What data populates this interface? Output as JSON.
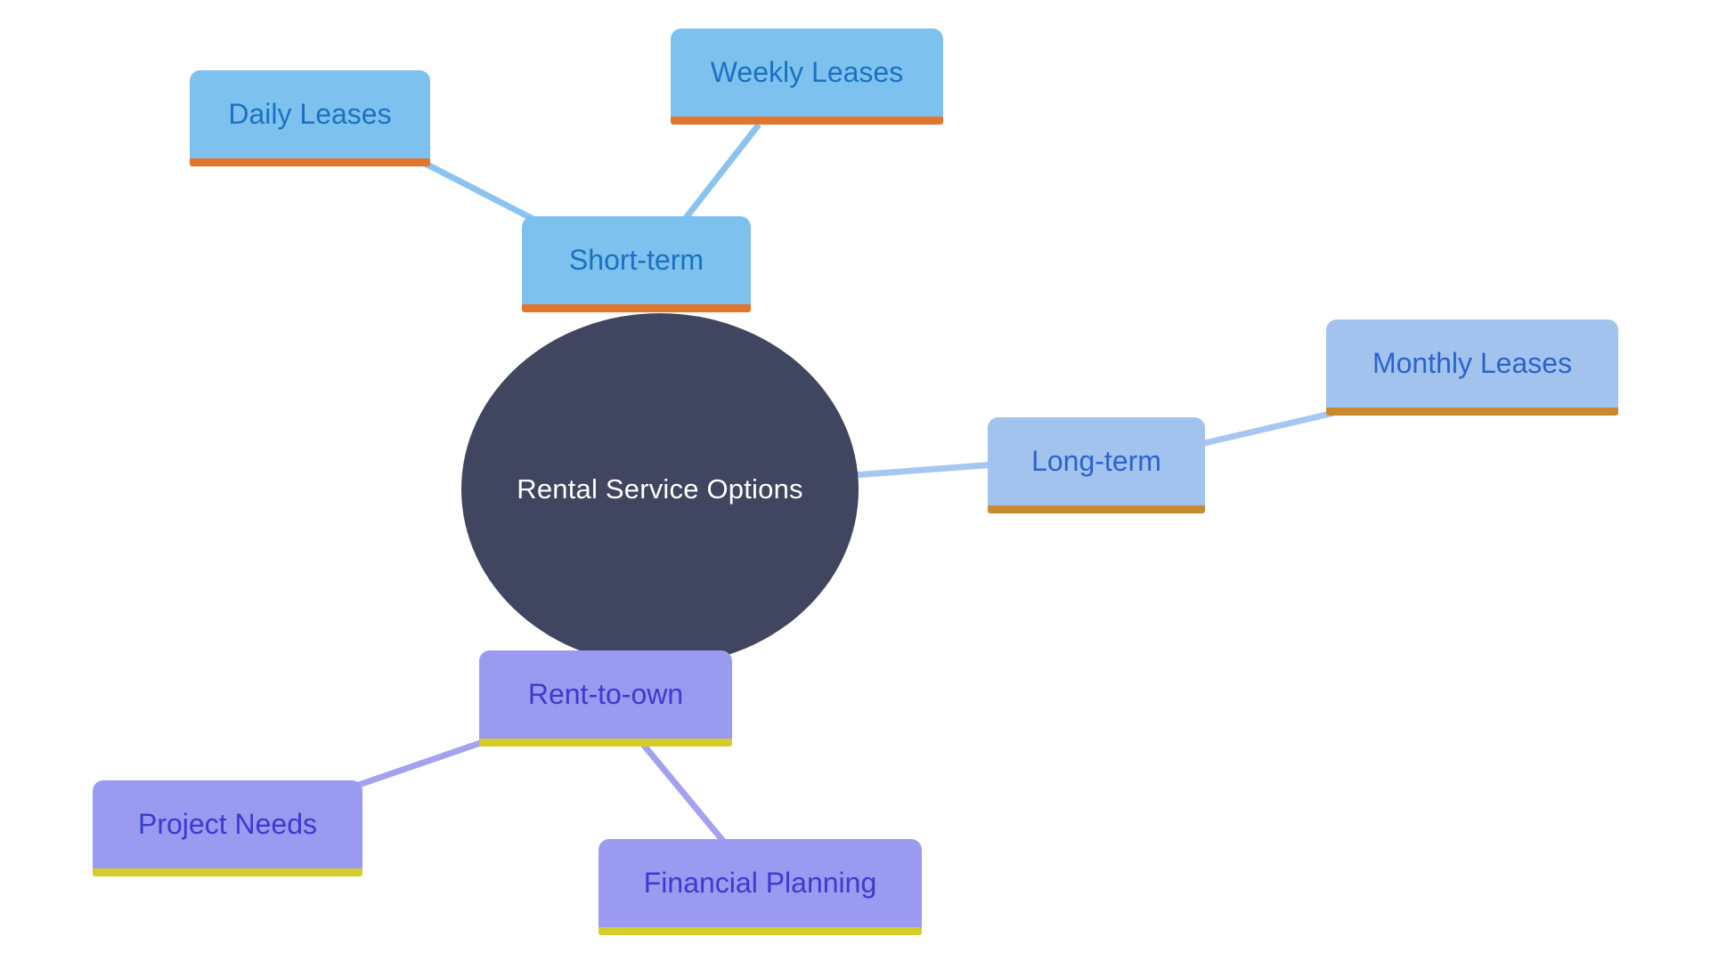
{
  "diagram": {
    "type": "mindmap",
    "center": {
      "label": "Rental Service Options"
    },
    "branches": [
      {
        "label": "Short-term",
        "children": [
          "Daily Leases",
          "Weekly Leases"
        ]
      },
      {
        "label": "Long-term",
        "children": [
          "Monthly Leases"
        ]
      },
      {
        "label": "Rent-to-own",
        "children": [
          "Project Needs",
          "Financial Planning"
        ]
      }
    ],
    "edges": [
      {
        "from": "Rental Service Options",
        "to": "Long-term"
      },
      {
        "from": "Short-term",
        "to": "Daily Leases"
      },
      {
        "from": "Short-term",
        "to": "Weekly Leases"
      },
      {
        "from": "Long-term",
        "to": "Monthly Leases"
      },
      {
        "from": "Rent-to-own",
        "to": "Project Needs"
      },
      {
        "from": "Rent-to-own",
        "to": "Financial Planning"
      }
    ]
  },
  "colors": {
    "background": "#ffffff",
    "center_fill": "#404560",
    "center_text": "#ffffff",
    "short_term_fill": "#7dc1ef",
    "short_term_text": "#1c71c2",
    "short_term_underline": "#e2762c",
    "short_term_line": "#8ac3ef",
    "long_term_fill": "#a1c3ee",
    "long_term_text": "#2b64cb",
    "long_term_underline": "#c9892e",
    "long_term_line": "#a6c7f1",
    "rent_to_own_fill": "#9a9af0",
    "rent_to_own_text": "#3b3bcf",
    "rent_to_own_underline": "#d4cd2b",
    "rent_to_own_line": "#a2a2ef"
  }
}
